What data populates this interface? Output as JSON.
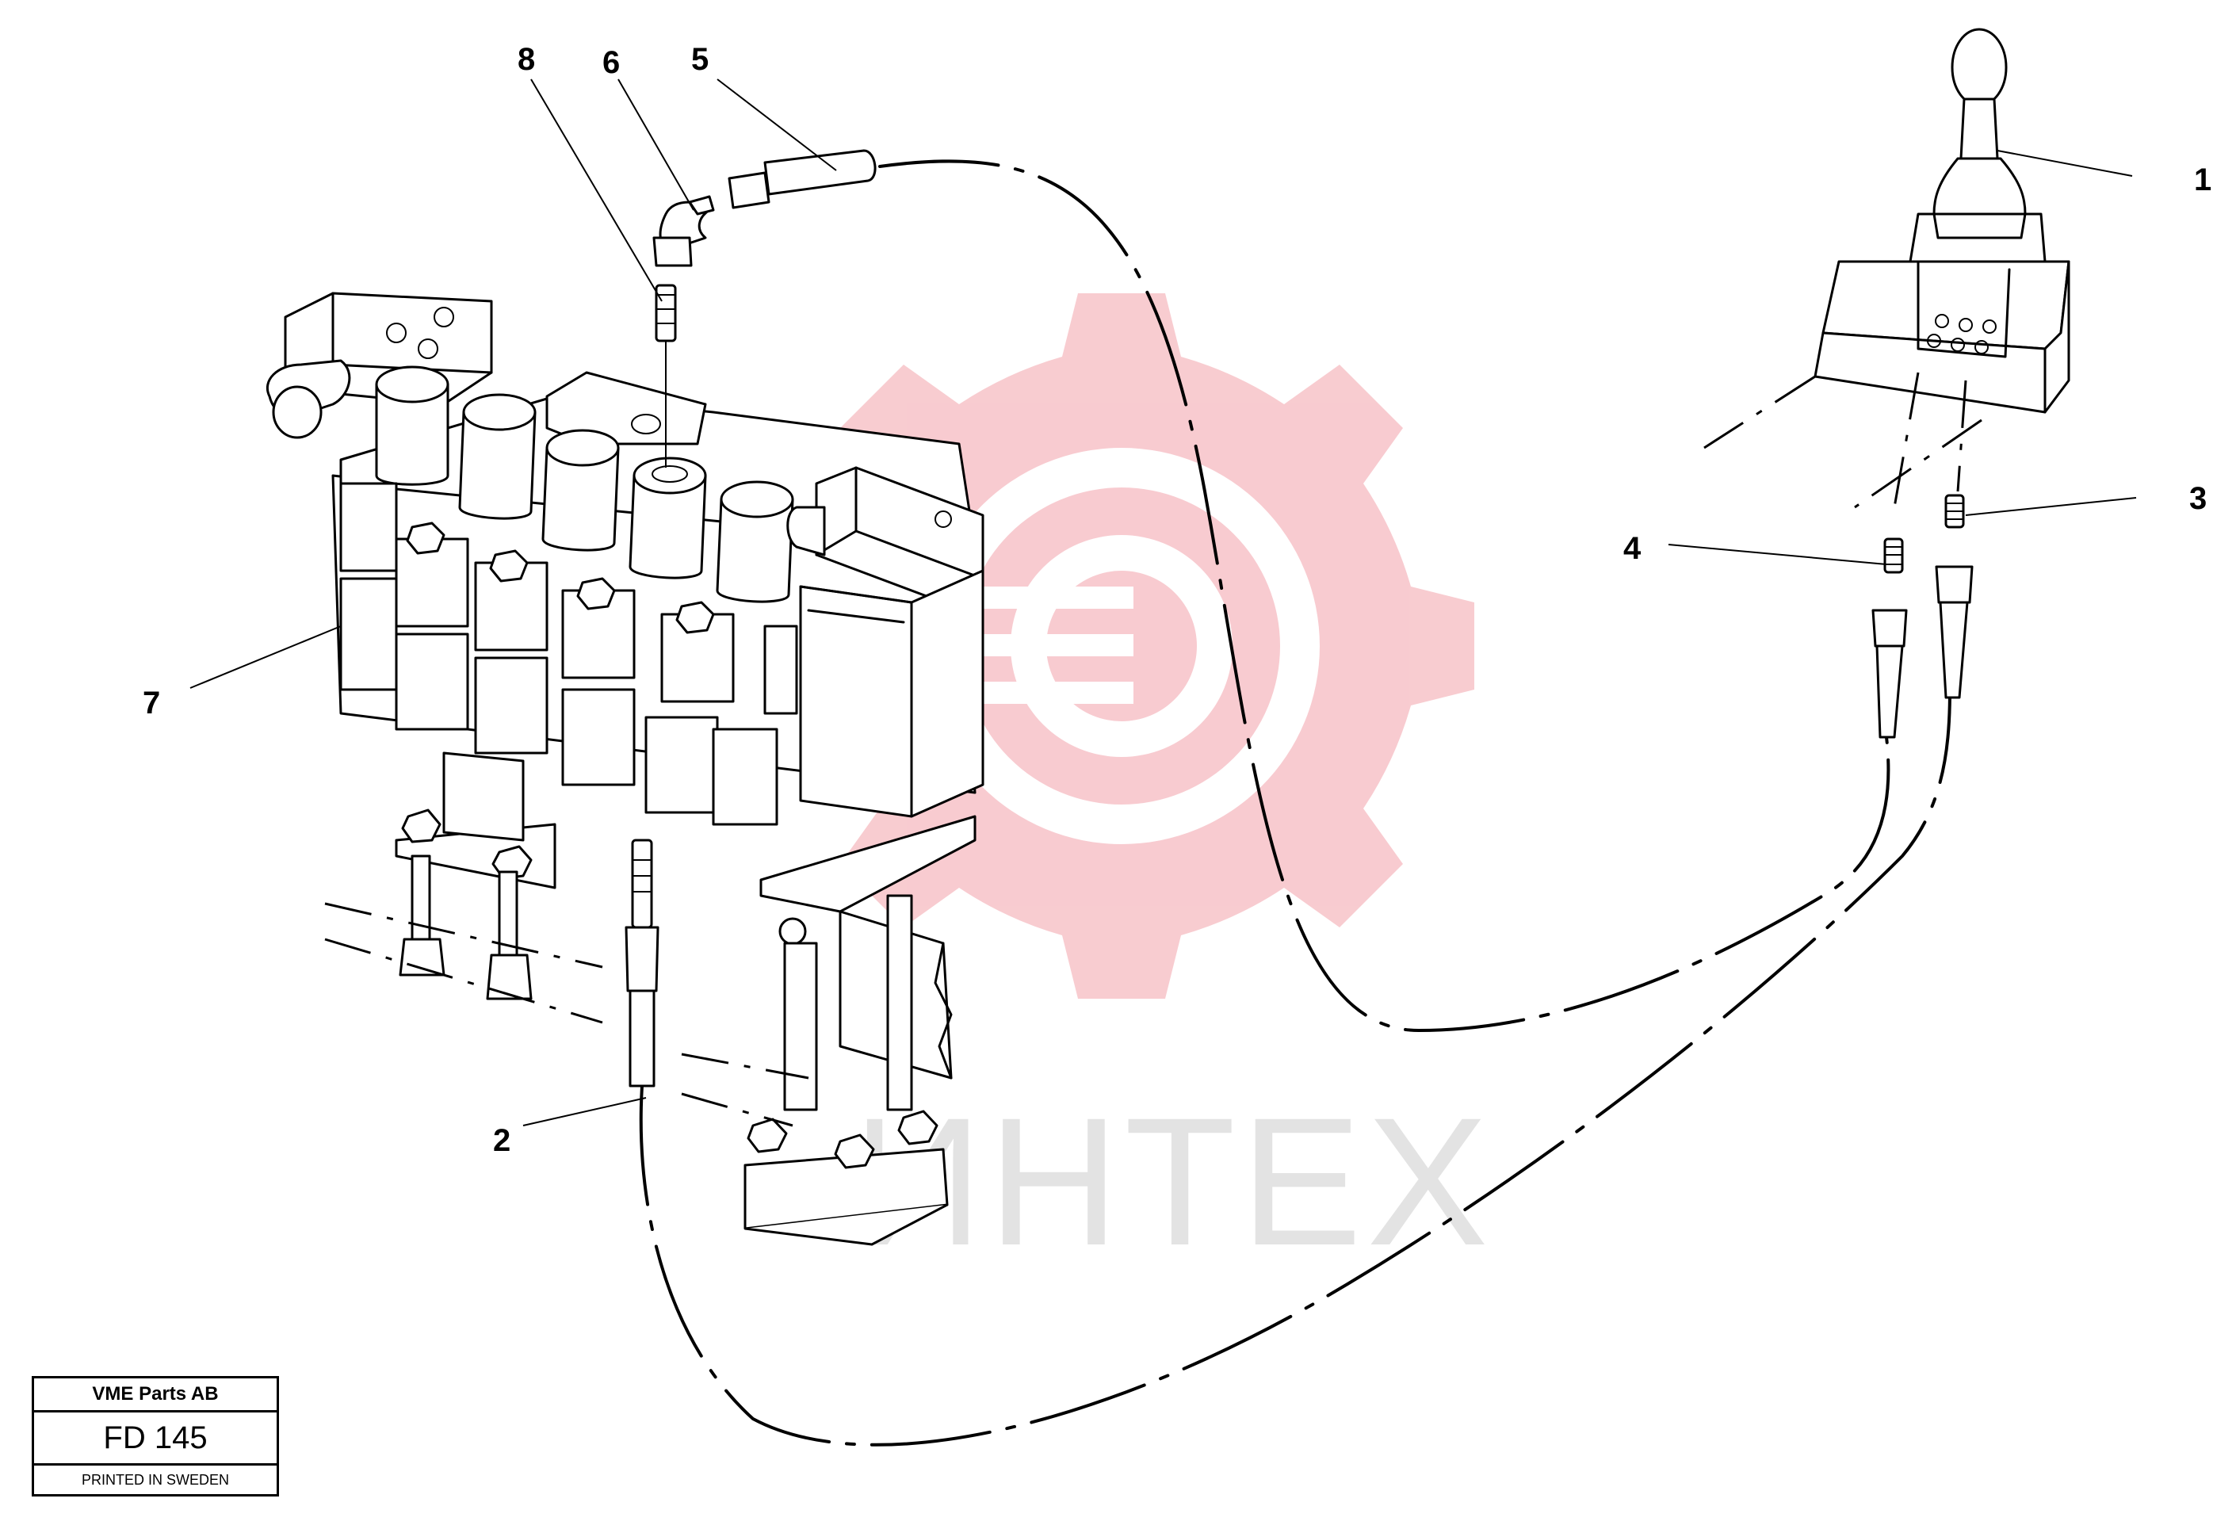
{
  "diagram": {
    "callouts": [
      {
        "id": "1",
        "label": "1"
      },
      {
        "id": "2",
        "label": "2"
      },
      {
        "id": "3",
        "label": "3"
      },
      {
        "id": "4",
        "label": "4"
      },
      {
        "id": "5",
        "label": "5"
      },
      {
        "id": "6",
        "label": "6"
      },
      {
        "id": "7",
        "label": "7"
      },
      {
        "id": "8",
        "label": "8"
      }
    ]
  },
  "title_block": {
    "company": "VME Parts AB",
    "drawing_code": "FD 145",
    "printed": "PRINTED IN SWEDEN"
  },
  "watermark": {
    "text": "ИНТЕХ",
    "gear_color": "#f7c3c8",
    "text_color": "#e3e3e3"
  }
}
